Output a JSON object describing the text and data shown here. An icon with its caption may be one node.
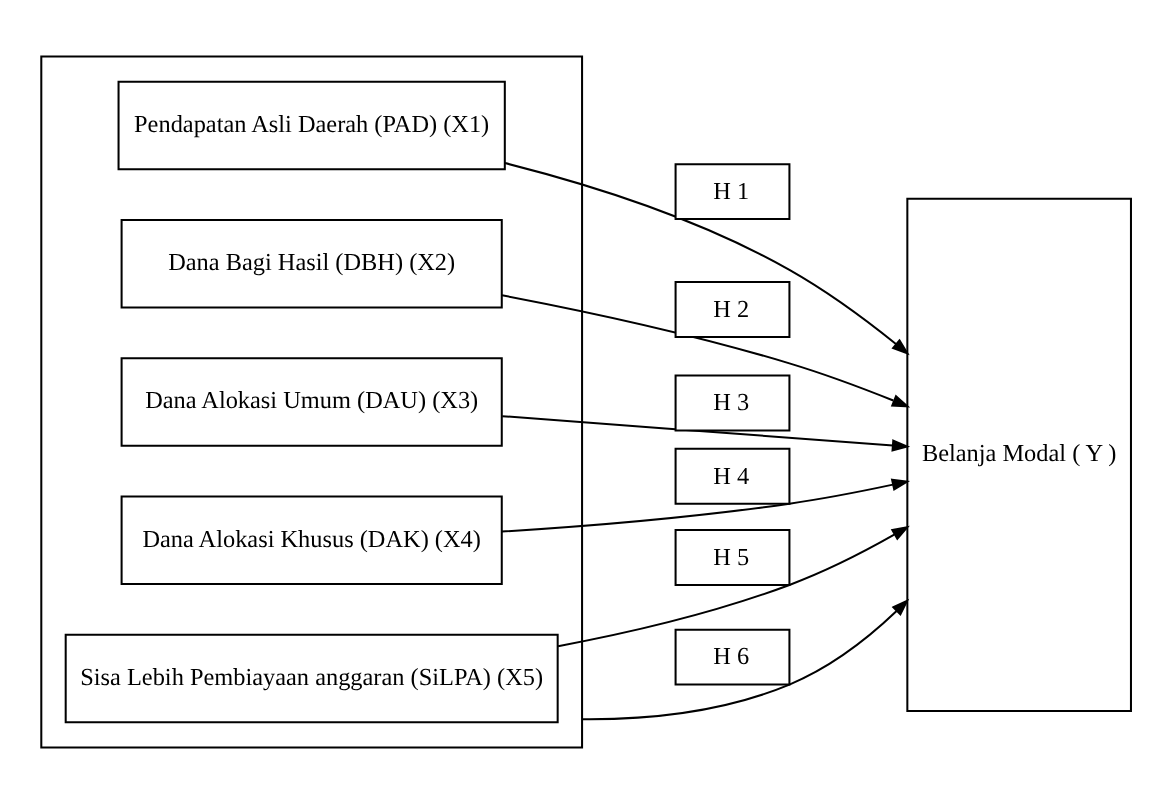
{
  "diagram": {
    "nodes": [
      {
        "text": [],
        "shape": "box"
      },
      {
        "text": [
          "Pendapatan Asli Daerah (PAD) (X1)"
        ],
        "in": 0
      },
      {
        "text": [
          "Dana Bagi Hasil (DBH) (X2)"
        ],
        "in": 0
      },
      {
        "text": [
          "Dana Alokasi Umum (DAU) (X3)"
        ],
        "in": 0
      },
      {
        "text": [
          "Dana Alokasi Khusus (DAK) (X4)"
        ],
        "in": 0
      },
      {
        "text": [
          "Sisa Lebih Pembiayaan anggaran (SiLPA) (X5)"
        ],
        "in": 0
      },
      {
        "text": [
          "Belanja Modal ( Y )"
        ]
      }
    ],
    "edges": [
      {
        "from": 1,
        "to": 6,
        "arrow": "to",
        "label": "H 1"
      },
      {
        "from": 2,
        "to": 6,
        "arrow": "to",
        "label": "H 2"
      },
      {
        "from": 3,
        "to": 6,
        "arrow": "to",
        "label": "H 3"
      },
      {
        "from": 4,
        "to": 6,
        "arrow": "to",
        "label": "H 4"
      },
      {
        "from": 5,
        "to": 6,
        "arrow": "to",
        "label": "H 5"
      },
      {
        "from": 0,
        "to": 6,
        "arrow": "to",
        "label": "H 6"
      }
    ]
  }
}
